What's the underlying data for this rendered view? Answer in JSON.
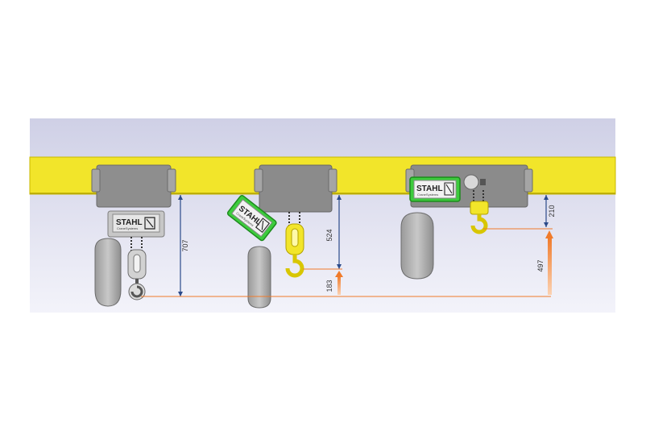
{
  "diagram": {
    "colors": {
      "beam": "#f2e52a",
      "beam_edge": "#c8b800",
      "background_panel": "#dfe0f0",
      "trolley_grey": "#8b8b8b",
      "hoist_grey": "#b9b9b9",
      "highlight_green": "#3dcc3d",
      "hook_yellow": "#f2e52a",
      "dimension_blue": "#2b4a8a",
      "dimension_orange": "#f07a2a"
    },
    "brand_logo": "STAHL",
    "hoists": [
      {
        "name": "standard-hoist",
        "logo_text": "STAHL",
        "logo_sub": "CraneSystems",
        "dimension": "707"
      },
      {
        "name": "tilted-hoist",
        "logo_text": "STAHL",
        "logo_sub": "CraneSystems",
        "dimension_upper": "524",
        "dimension_lower": "183"
      },
      {
        "name": "compact-hoist",
        "logo_text": "STAHL",
        "logo_sub": "CraneSystems",
        "dimension_upper": "210",
        "dimension_lower": "497"
      }
    ]
  }
}
